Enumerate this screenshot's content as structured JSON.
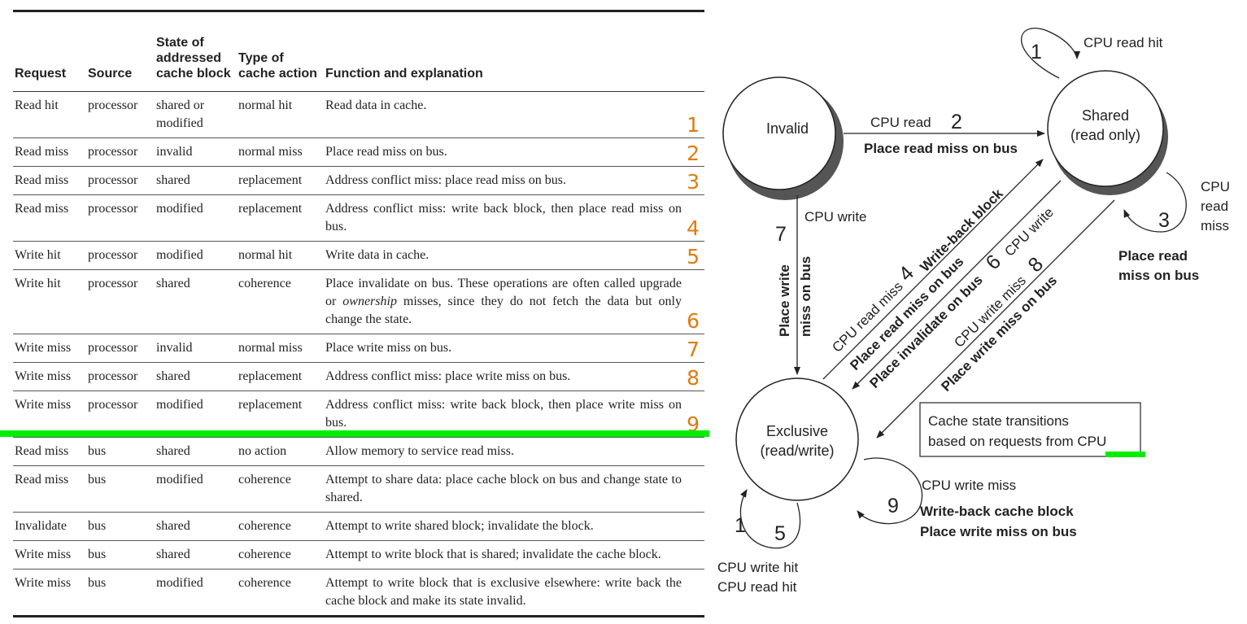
{
  "table": {
    "headers": {
      "request": "Request",
      "source": "Source",
      "state_l1": "State of",
      "state_l2": "addressed",
      "state_l3": "cache block",
      "type_l1": "Type of",
      "type_l2": "cache action",
      "function": "Function and explanation"
    },
    "rows": [
      {
        "request": "Read hit",
        "source": "processor",
        "state": "shared or modified",
        "type": "normal hit",
        "explanation": "Read data in cache.",
        "num": "1"
      },
      {
        "request": "Read miss",
        "source": "processor",
        "state": "invalid",
        "type": "normal miss",
        "explanation": "Place read miss on bus.",
        "num": "2"
      },
      {
        "request": "Read miss",
        "source": "processor",
        "state": "shared",
        "type": "replacement",
        "explanation": "Address conflict miss: place read miss on bus.",
        "num": "3"
      },
      {
        "request": "Read miss",
        "source": "processor",
        "state": "modified",
        "type": "replacement",
        "explanation": "Address conflict miss: write back block, then place read miss on bus.",
        "num": "4"
      },
      {
        "request": "Write hit",
        "source": "processor",
        "state": "modified",
        "type": "normal hit",
        "explanation": "Write data in cache.",
        "num": "5"
      },
      {
        "request": "Write hit",
        "source": "processor",
        "state": "shared",
        "type": "coherence",
        "explanation_pre": "Place invalidate on bus. These operations are often called upgrade or ",
        "explanation_em": "ownership",
        "explanation_post": " misses, since they do not fetch the data but only change the state.",
        "num": "6"
      },
      {
        "request": "Write miss",
        "source": "processor",
        "state": "invalid",
        "type": "normal miss",
        "explanation": "Place write miss on bus.",
        "num": "7"
      },
      {
        "request": "Write miss",
        "source": "processor",
        "state": "shared",
        "type": "replacement",
        "explanation": "Address conflict miss: place write miss on bus.",
        "num": "8"
      },
      {
        "request": "Write miss",
        "source": "processor",
        "state": "modified",
        "type": "replacement",
        "explanation": "Address conflict miss: write back block, then place write miss on bus.",
        "num": "9"
      },
      {
        "request": "Read miss",
        "source": "bus",
        "state": "shared",
        "type": "no action",
        "explanation": "Allow memory to service read miss."
      },
      {
        "request": "Read miss",
        "source": "bus",
        "state": "modified",
        "type": "coherence",
        "explanation": "Attempt to share data: place cache block on bus and change state to shared."
      },
      {
        "request": "Invalidate",
        "source": "bus",
        "state": "shared",
        "type": "coherence",
        "explanation": "Attempt to write shared block; invalidate the block."
      },
      {
        "request": "Write miss",
        "source": "bus",
        "state": "shared",
        "type": "coherence",
        "explanation": "Attempt to write block that is shared; invalidate the cache block."
      },
      {
        "request": "Write miss",
        "source": "bus",
        "state": "modified",
        "type": "coherence",
        "explanation": "Attempt to write block that is exclusive elsewhere: write back the cache block and make its state invalid."
      }
    ]
  },
  "diagram": {
    "states": {
      "invalid": "Invalid",
      "shared_l1": "Shared",
      "shared_l2": "(read only)",
      "exclusive_l1": "Exclusive",
      "exclusive_l2": "(read/write)"
    },
    "labels": {
      "cpu_read_hit": "CPU read hit",
      "cpu_read": "CPU read",
      "place_read_miss": "Place read miss on bus",
      "cpu": "CPU",
      "read": "read",
      "miss": "miss",
      "place_read": "Place read",
      "miss_on_bus": "miss on bus",
      "cpu_write": "CPU write",
      "place_write": "Place write",
      "cpu_read_miss": "CPU read miss",
      "write_back_block": "Write-back block",
      "cpu_write_short": "CPU write",
      "place_invalidate": "Place invalidate on bus",
      "cpu_write_miss": "CPU write miss",
      "place_write_miss": "Place write miss on bus",
      "write_back_cache_block": "Write-back cache block",
      "cpu_write_hit": "CPU write hit"
    },
    "note_l1": "Cache state transitions",
    "note_l2_pre": "based on requests from ",
    "note_l2_cpu": "CPU",
    "numbers": {
      "shared_loop": "1",
      "cpu_read": "2",
      "shared_miss_loop": "3",
      "read_miss_wb": "4",
      "invalidate": "6",
      "write_miss": "8",
      "cpu_write": "7",
      "excl_miss_loop": "9",
      "excl_hit_1": "1",
      "excl_hit_5": "5"
    }
  },
  "colors": {
    "annotation_orange": "#e07b10",
    "highlight_green": "#00ee00"
  }
}
